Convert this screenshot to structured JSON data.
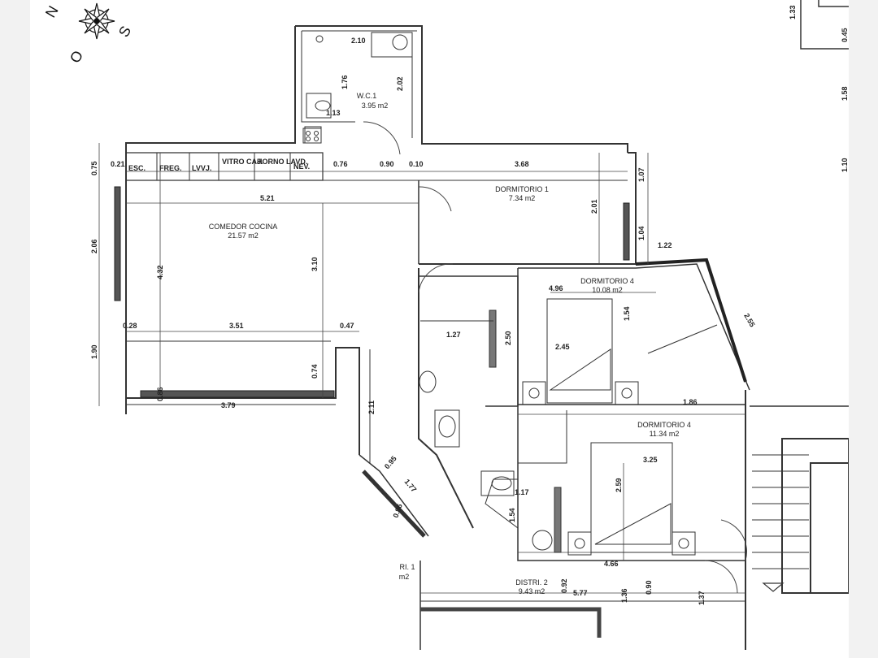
{
  "compass": {
    "n": "N",
    "s": "S",
    "o": "O"
  },
  "rooms": {
    "wc1": {
      "name": "W.C.1",
      "area": "3.95 m2"
    },
    "dormitorio1": {
      "name": "DORMITORIO 1",
      "area": "7.34 m2"
    },
    "comedor": {
      "name": "COMEDOR COCINA",
      "area": "21.57 m2"
    },
    "dormitorio4a": {
      "name": "DORMITORIO 4",
      "area": "10.08 m2"
    },
    "dormitorio4b": {
      "name": "DORMITORIO 4",
      "area": "11.34 m2"
    },
    "distri2": {
      "name": "DISTRI. 2",
      "area": "9.43 m2"
    },
    "distri1": {
      "name": "RI. 1",
      "area": "m2"
    }
  },
  "appliances": [
    "ESC.",
    "FREG.",
    "LVVJ.",
    "VITRO CAJ.",
    "HORNO LAVD.",
    "NEV."
  ],
  "dims": [
    "2.10",
    "1.76",
    "2.02",
    "1.13",
    "0.75",
    "0.21",
    "0.76",
    "0.90",
    "0.10",
    "3.68",
    "1.07",
    "2.01",
    "5.21",
    "2.06",
    "4.32",
    "3.10",
    "1.04",
    "1.22",
    "4.96",
    "2.55",
    "1.54",
    "0.28",
    "3.51",
    "0.47",
    "1.27",
    "2.50",
    "2.45",
    "1.90",
    "0.74",
    "0.86",
    "3.79",
    "2.11",
    "1.86",
    "0.95",
    "1.77",
    "3.25",
    "2.59",
    "1.17",
    "1.54",
    "0.86",
    "4.66",
    "0.92",
    "5.77",
    "1.36",
    "0.90",
    "1.37",
    "1.33",
    "0.45",
    "1.58",
    "1.10"
  ]
}
